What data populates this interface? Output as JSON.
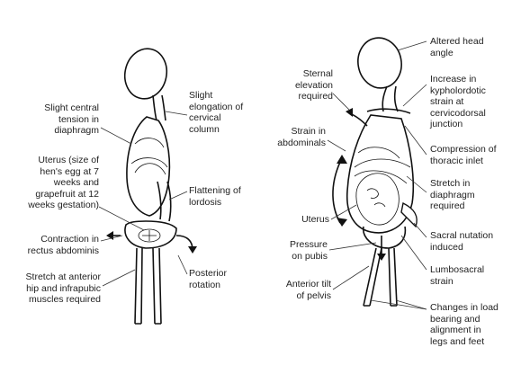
{
  "left_figure": {
    "labels": {
      "elongation": "Slight\nelongation of\ncervical\ncolumn",
      "central_tension": "Slight central\ntension in\ndiaphragm",
      "uterus_size": "Uterus (size of\nhen's egg at 7\nweeks and\ngrapefruit at 12\nweeks gestation)",
      "flattening": "Flattening of\nlordosis",
      "contraction": "Contraction in\nrectus abdominis",
      "stretch_hip": "Stretch at anterior\nhip and infrapubic\nmuscles required",
      "posterior_rotation": "Posterior\nrotation"
    }
  },
  "right_figure": {
    "labels": {
      "head_angle": "Altered head\nangle",
      "sternal": "Sternal\nelevation\nrequired",
      "kypho": "Increase in\nkypholordotic\nstrain at\ncervicodorsal\njunction",
      "strain_abd": "Strain in\nabdominals",
      "thoracic": "Compression of\nthoracic inlet",
      "diaphragm": "Stretch in\ndiaphragm\nrequired",
      "uterus": "Uterus",
      "sacral": "Sacral nutation\ninduced",
      "pubis": "Pressure\non pubis",
      "lumbosacral": "Lumbosacral\nstrain",
      "anterior_tilt": "Anterior tilt\nof pelvis",
      "changes_load": "Changes in load\nbearing and\nalignment in\nlegs and feet"
    }
  }
}
